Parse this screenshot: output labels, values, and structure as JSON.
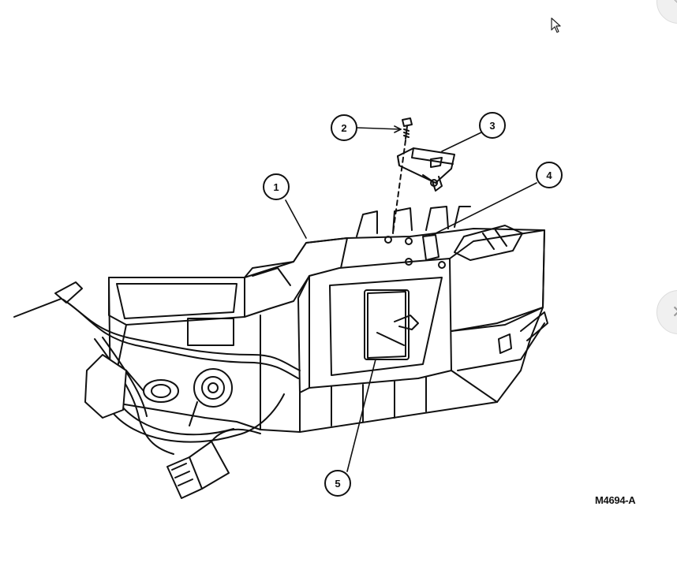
{
  "callouts": [
    {
      "label": "1"
    },
    {
      "label": "2"
    },
    {
      "label": "3"
    },
    {
      "label": "4"
    },
    {
      "label": "5"
    }
  ],
  "figure_code": "M4694-A",
  "icons": {
    "top_right_button": "edit-pencil-icon",
    "mid_right_button": "close-icon",
    "pointer": "mouse-cursor-icon"
  },
  "colors": {
    "ink": "#111111",
    "background": "#ffffff"
  }
}
